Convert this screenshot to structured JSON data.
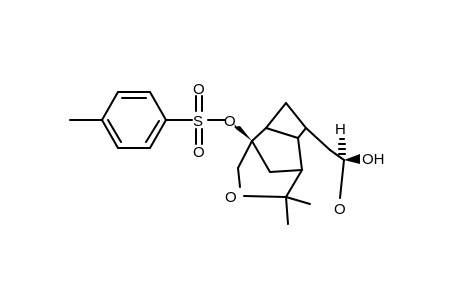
{
  "structure": {
    "atoms": {
      "tosyl_sulfur": "S",
      "sulfonyl_oxygen_top": "O",
      "sulfonyl_oxygen_bottom": "O",
      "ester_oxygen": "O",
      "hydroxyl": "OH",
      "hydrogen": "H",
      "ring_oxygen_left": "O",
      "ring_oxygen_right": "O"
    },
    "colors": {
      "ink": "#000000",
      "background": "#ffffff"
    }
  }
}
